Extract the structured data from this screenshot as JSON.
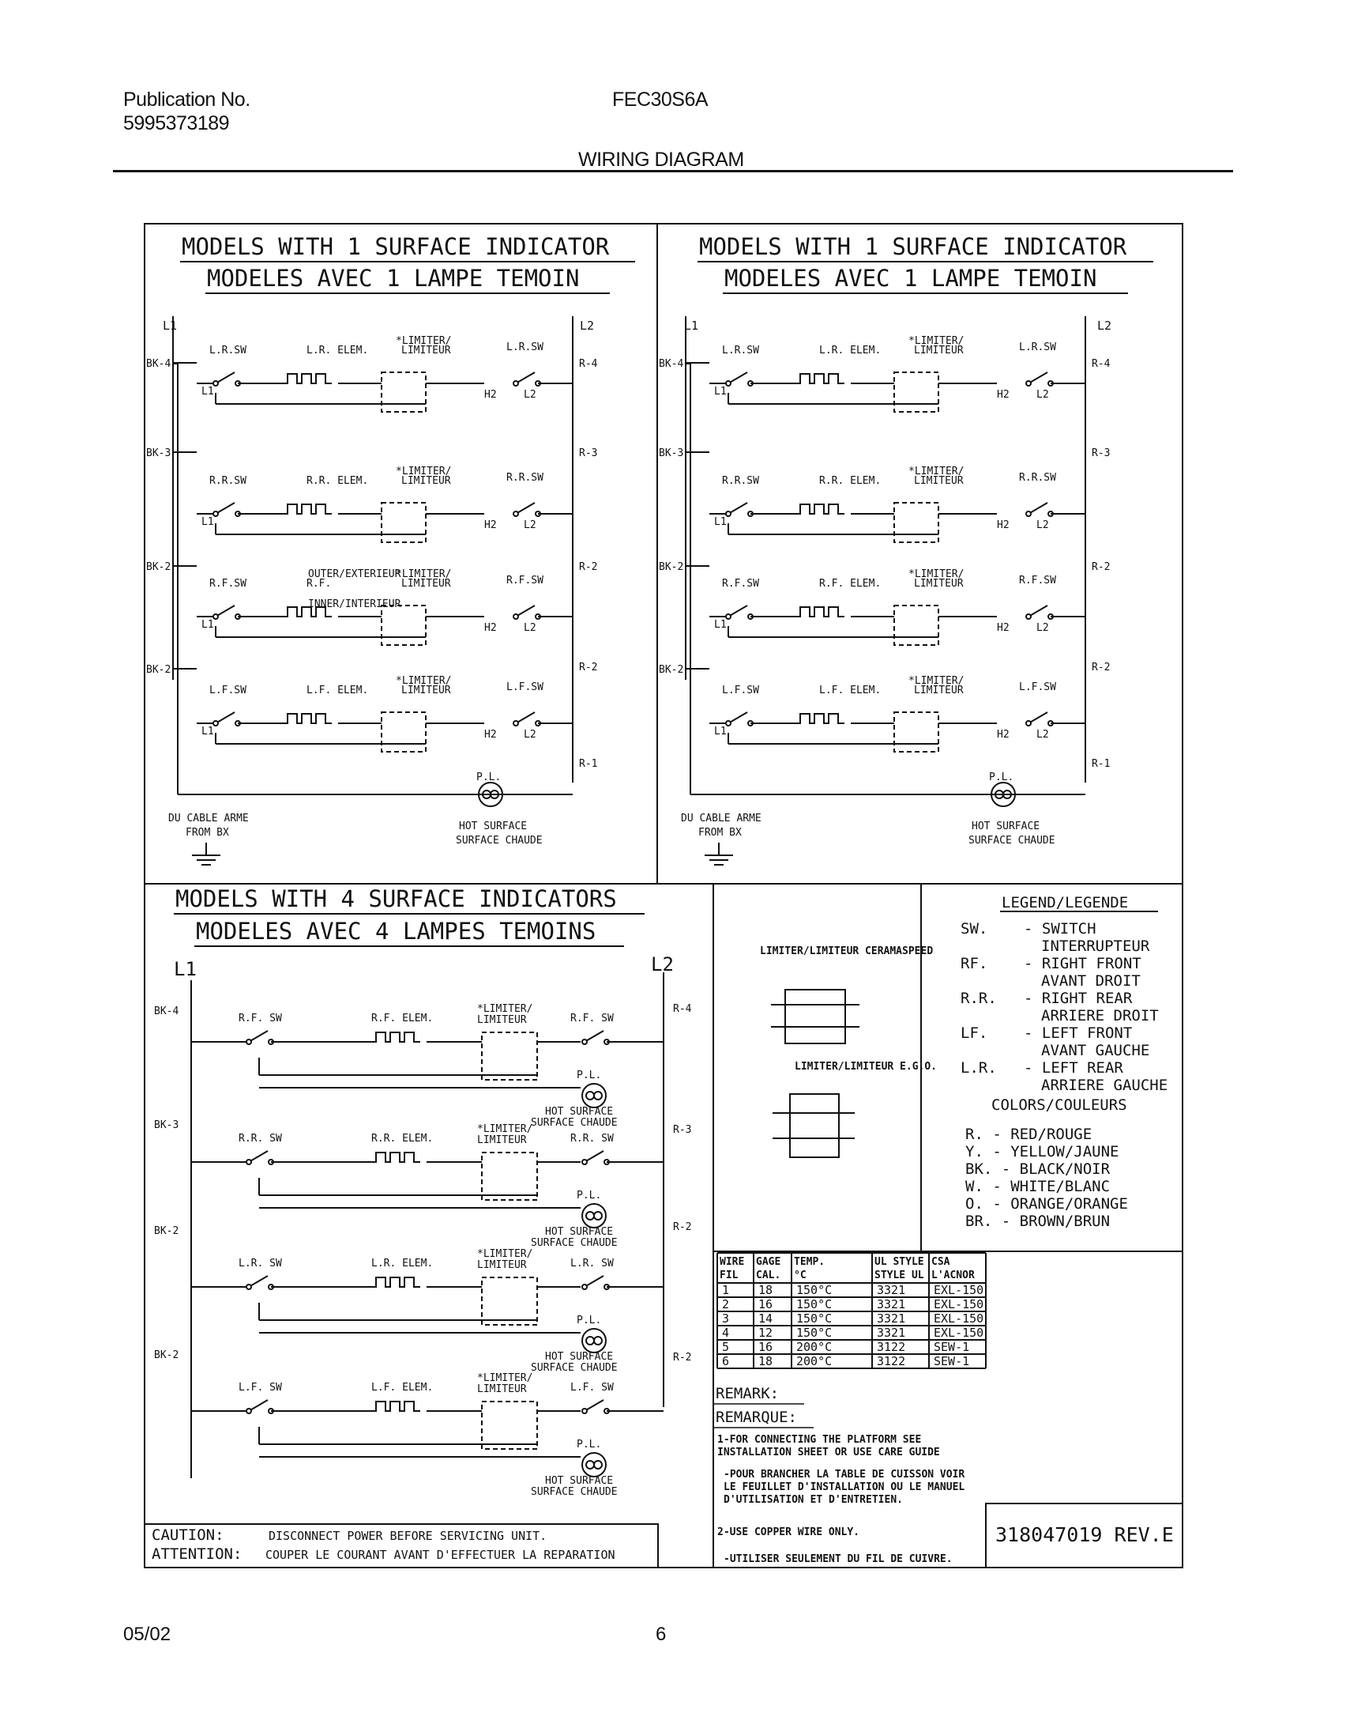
{
  "header": {
    "pub_label": "Publication No.",
    "pub_number": "5995373189",
    "model": "FEC30S6A",
    "title": "WIRING DIAGRAM"
  },
  "panel_1": {
    "title_en": "MODELS WITH 1 SURFACE INDICATOR",
    "title_fr": "MODELES AVEC 1 LAMPE TEMOIN",
    "lines": {
      "l1": "L1",
      "l2": "L2"
    },
    "wires_left": [
      "BK-4",
      "BK-3",
      "BK-2",
      "BK-2"
    ],
    "wires_right": [
      "R-4",
      "R-3",
      "R-2",
      "R-2",
      "R-1"
    ],
    "circuits": [
      {
        "switch": "L.R.SW",
        "element": "L.R. ELEM.",
        "limiter": "*LIMITER/ LIMITEUR",
        "sw_right": "L.R.SW"
      },
      {
        "switch": "R.R.SW",
        "element": "R.R. ELEM.",
        "limiter": "*LIMITER/ LIMITEUR",
        "sw_right": "R.R.SW"
      },
      {
        "switch": "R.F.SW",
        "element": "R.F.",
        "limiter": "*LIMITER/ LIMITEUR",
        "sw_right": "R.F.SW"
      },
      {
        "switch": "L.F.SW",
        "element": "L.F. ELEM.",
        "limiter": "*LIMITER/ LIMITEUR",
        "sw_right": "L.F.SW"
      }
    ],
    "rf_outer": "OUTER/EXTERIEUR",
    "rf_inner": "INNER/INTERIEUR",
    "pl": "P.L.",
    "hot_surface": "HOT SURFACE",
    "surface_chaude": "SURFACE CHAUDE",
    "ground_fr": "DU CABLE ARME",
    "ground_en": "FROM BX"
  },
  "panel_2": {
    "title_en": "MODELS WITH 1 SURFACE INDICATOR",
    "title_fr": "MODELES AVEC 1 LAMPE TEMOIN",
    "lines": {
      "l1": "L1",
      "l2": "L2"
    },
    "wires_left": [
      "BK-4",
      "BK-3",
      "BK-2",
      "BK-2"
    ],
    "wires_right": [
      "R-4",
      "R-3",
      "R-2",
      "R-2",
      "R-1"
    ],
    "circuits": [
      {
        "switch": "L.R.SW",
        "element": "L.R. ELEM.",
        "limiter": "*LIMITER/ LIMITEUR",
        "sw_right": "L.R.SW"
      },
      {
        "switch": "R.R.SW",
        "element": "R.R. ELEM.",
        "limiter": "*LIMITER/ LIMITEUR",
        "sw_right": "R.R.SW"
      },
      {
        "switch": "R.F.SW",
        "element": "R.F. ELEM.",
        "limiter": "*LIMITER/ LIMITEUR",
        "sw_right": "R.F.SW"
      },
      {
        "switch": "L.F.SW",
        "element": "L.F. ELEM.",
        "limiter": "*LIMITER/ LIMITEUR",
        "sw_right": "L.F.SW"
      }
    ],
    "pl": "P.L.",
    "hot_surface": "HOT SURFACE",
    "surface_chaude": "SURFACE CHAUDE",
    "ground_fr": "DU CABLE ARME",
    "ground_en": "FROM BX"
  },
  "panel_3": {
    "title_en": "MODELS WITH 4 SURFACE INDICATORS",
    "title_fr": "MODELES AVEC 4 LAMPES TEMOINS",
    "lines": {
      "l1": "L1",
      "l2": "L2"
    },
    "wires_left": [
      "BK-4",
      "BK-3",
      "BK-2",
      "BK-2"
    ],
    "wires_right": [
      "R-4",
      "R-3",
      "R-2",
      "R-2"
    ],
    "circuits": [
      {
        "switch": "R.F. SW",
        "element": "R.F. ELEM.",
        "limiter": "*LIMITER/ LIMITEUR",
        "sw_right": "R.F. SW"
      },
      {
        "switch": "R.R. SW",
        "element": "R.R. ELEM.",
        "limiter": "*LIMITER/ LIMITEUR",
        "sw_right": "R.R. SW"
      },
      {
        "switch": "L.R. SW",
        "element": "L.R. ELEM.",
        "limiter": "*LIMITER/ LIMITEUR",
        "sw_right": "L.R. SW"
      },
      {
        "switch": "L.F. SW",
        "element": "L.F. ELEM.",
        "limiter": "*LIMITER/ LIMITEUR",
        "sw_right": "L.F. SW"
      }
    ],
    "pl": "P.L.",
    "hot_surface": "HOT SURFACE",
    "surface_chaude": "SURFACE CHAUDE",
    "caution_label": "CAUTION:",
    "caution_text": "DISCONNECT POWER BEFORE SERVICING UNIT.",
    "attention_label": "ATTENTION:",
    "attention_text": "COUPER LE COURANT AVANT D'EFFECTUER LA REPARATION"
  },
  "limiters": {
    "ceramaspeed": "LIMITER/LIMITEUR CERAMASPEED",
    "ego": "LIMITER/LIMITEUR E.G.O."
  },
  "legend": {
    "title": "LEGEND/LEGENDE",
    "items": [
      {
        "abbr": "SW.",
        "en": "- SWITCH",
        "fr": "INTERRUPTEUR"
      },
      {
        "abbr": "RF.",
        "en": "- RIGHT FRONT",
        "fr": "AVANT DROIT"
      },
      {
        "abbr": "R.R.",
        "en": "- RIGHT REAR",
        "fr": "ARRIERE DROIT"
      },
      {
        "abbr": "LF.",
        "en": "- LEFT FRONT",
        "fr": "AVANT GAUCHE"
      },
      {
        "abbr": "L.R.",
        "en": "- LEFT REAR",
        "fr": "ARRIERE GAUCHE"
      }
    ],
    "colors_title": "COLORS/COULEURS",
    "colors": [
      "R.  - RED/ROUGE",
      "Y.  - YELLOW/JAUNE",
      "BK. - BLACK/NOIR",
      "W.  - WHITE/BLANC",
      "O.  - ORANGE/ORANGE",
      "BR. - BROWN/BRUN"
    ]
  },
  "wire_table": {
    "headers": [
      "WIRE FIL",
      "GAGE CAL.",
      "TEMP. °C",
      "UL STYLE STYLE UL",
      "CSA L'ACNOR"
    ],
    "rows": [
      [
        "1",
        "18",
        "150°C",
        "3321",
        "EXL-150"
      ],
      [
        "2",
        "16",
        "150°C",
        "3321",
        "EXL-150"
      ],
      [
        "3",
        "14",
        "150°C",
        "3321",
        "EXL-150"
      ],
      [
        "4",
        "12",
        "150°C",
        "3321",
        "EXL-150"
      ],
      [
        "5",
        "16",
        "200°C",
        "3122",
        "SEW-1"
      ],
      [
        "6",
        "18",
        "200°C",
        "3122",
        "SEW-1"
      ]
    ]
  },
  "remarks": {
    "remark_en": "REMARK:",
    "remark_fr": "REMARQUE:",
    "note1_en": "1-FOR CONNECTING THE PLATFORM SEE INSTALLATION SHEET OR USE CARE GUIDE",
    "note1_fr": "-POUR BRANCHER LA TABLE DE CUISSON VOIR LE FEUILLET D'INSTALLATION OU LE MANUEL D'UTILISATION ET D'ENTRETIEN.",
    "note2_en": "2-USE COPPER WIRE ONLY.",
    "note2_fr": "-UTILISER SEULEMENT DU FIL DE CUIVRE."
  },
  "part_number": "318047019 REV.E",
  "footer": {
    "date": "05/02",
    "page": "6"
  }
}
